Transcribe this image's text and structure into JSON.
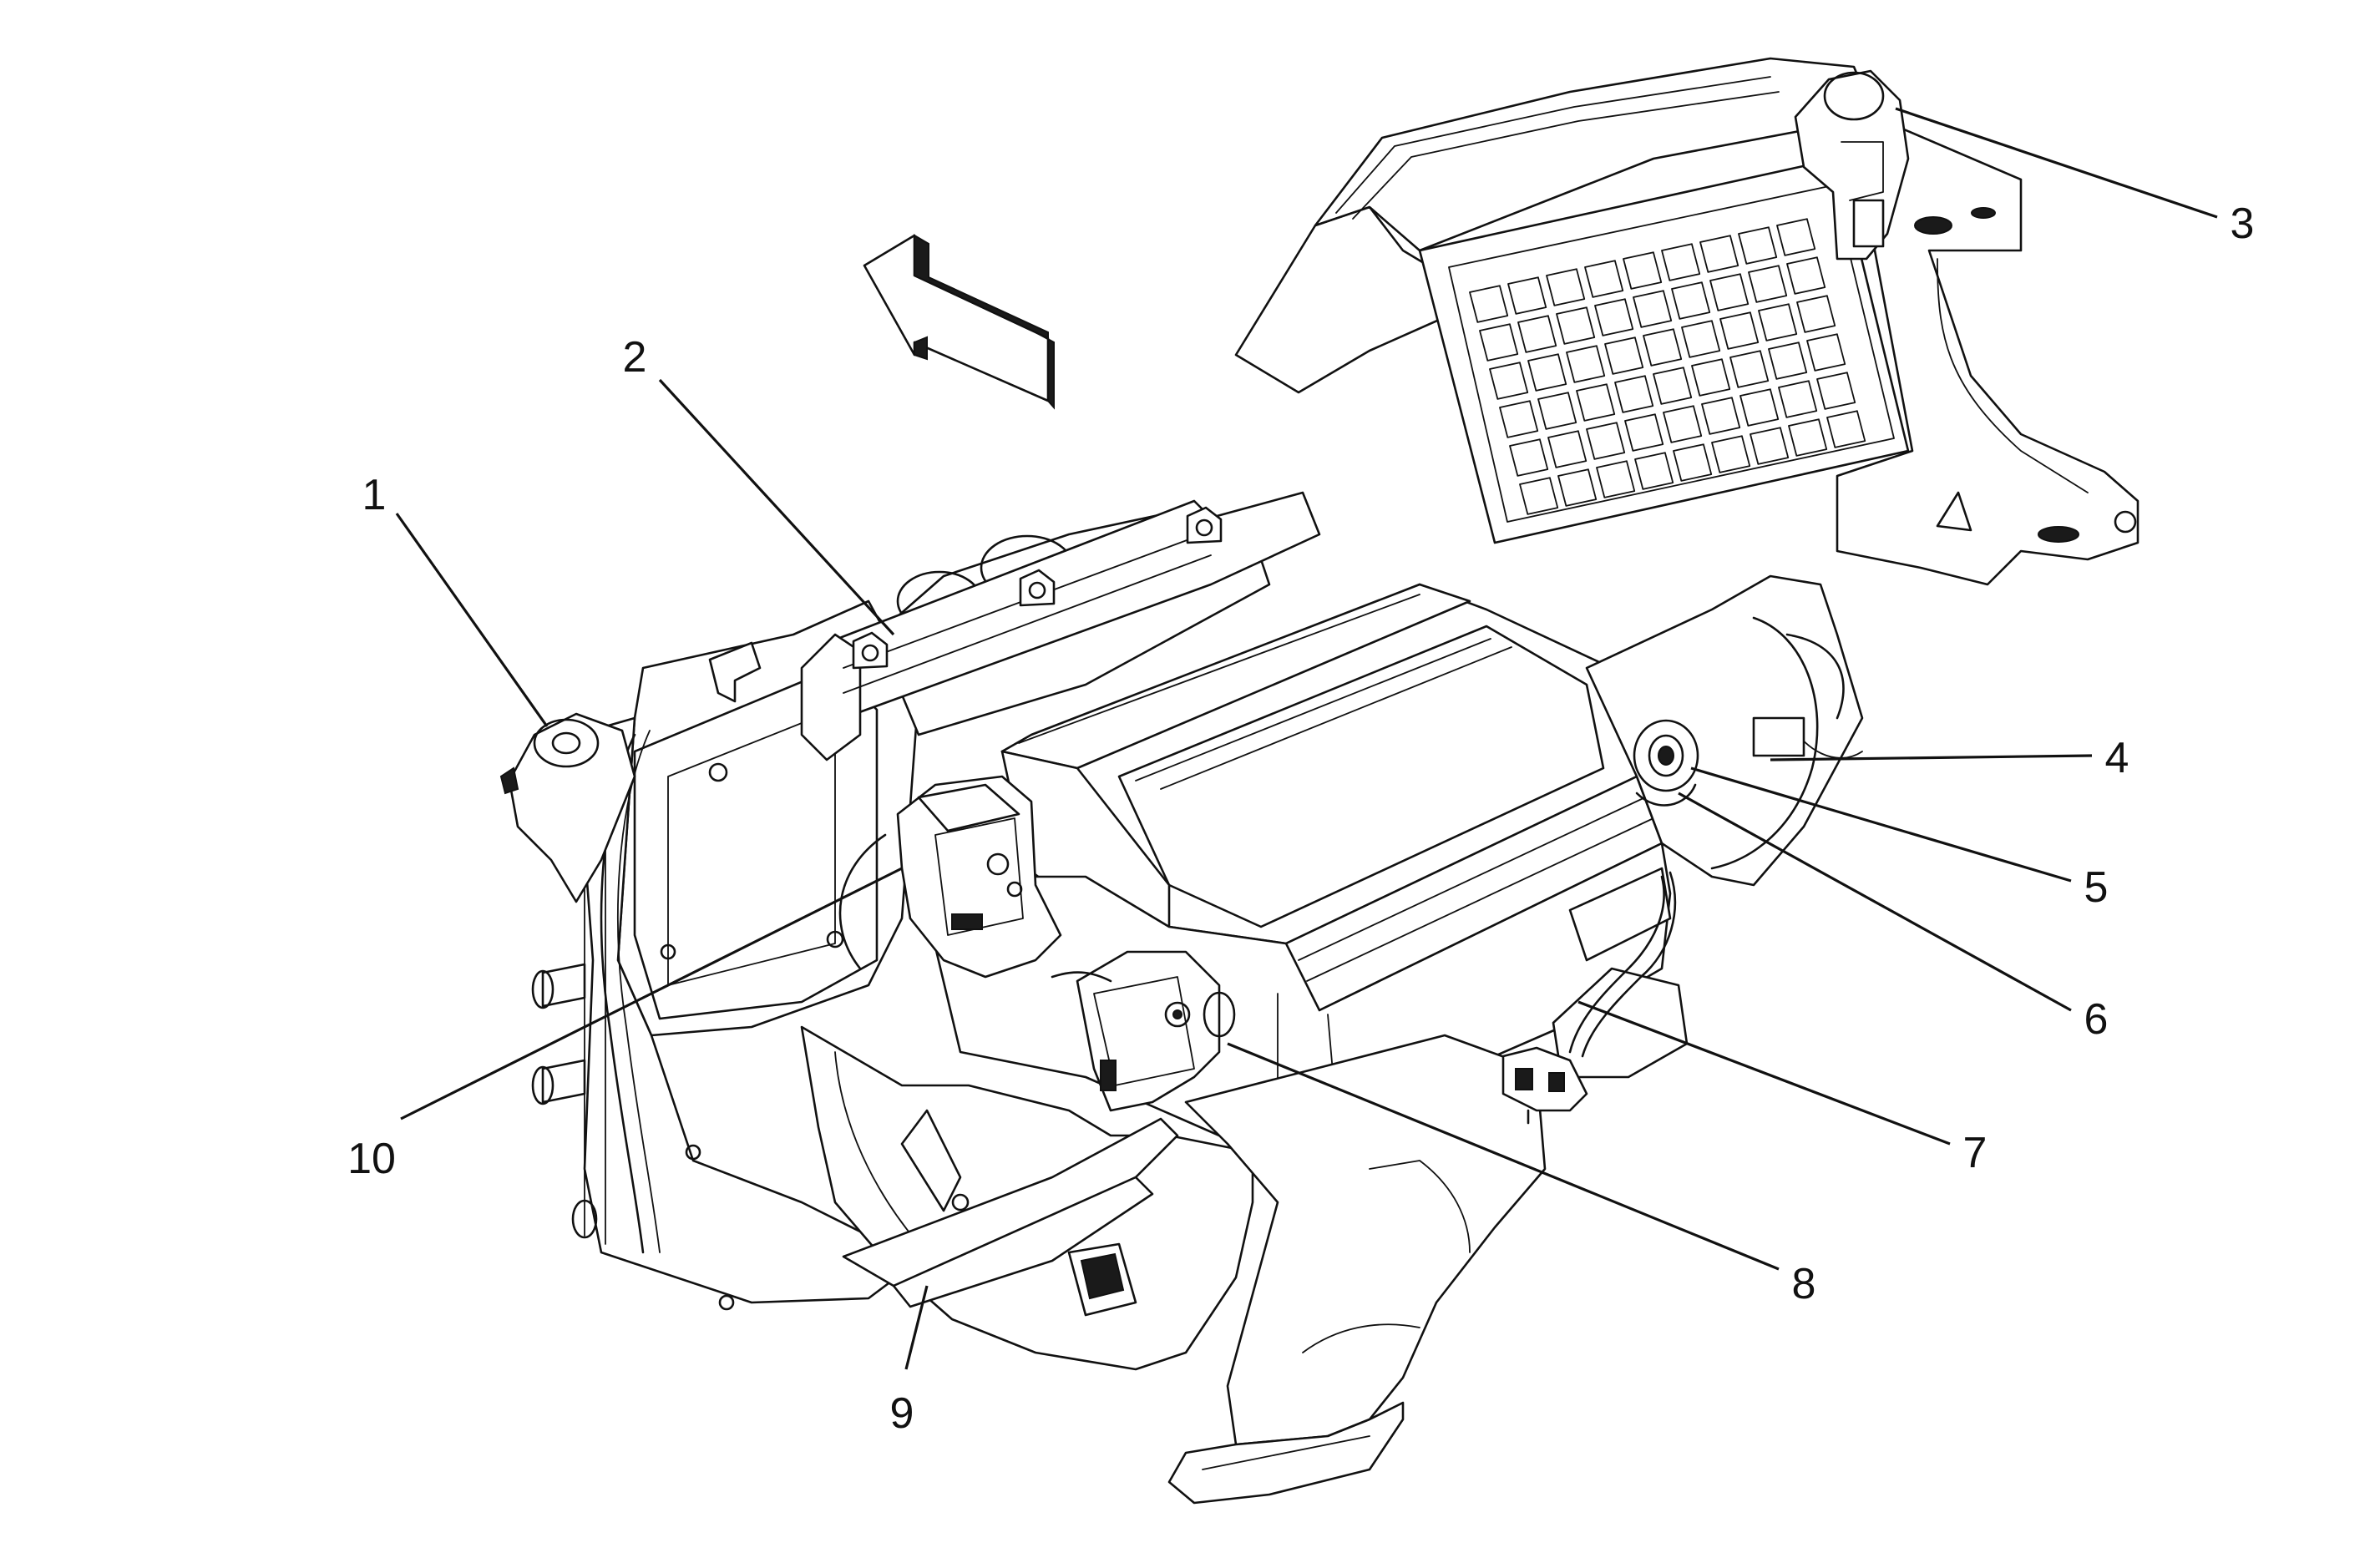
{
  "diagram": {
    "callouts": [
      {
        "id": "1",
        "text": "1"
      },
      {
        "id": "2",
        "text": "2"
      },
      {
        "id": "3",
        "text": "3"
      },
      {
        "id": "4",
        "text": "4"
      },
      {
        "id": "5",
        "text": "5"
      },
      {
        "id": "6",
        "text": "6"
      },
      {
        "id": "7",
        "text": "7"
      },
      {
        "id": "8",
        "text": "8"
      },
      {
        "id": "9",
        "text": "9"
      },
      {
        "id": "10",
        "text": "10"
      }
    ],
    "direction_arrow_icon": "forward-direction-arrow-icon",
    "colors": {
      "line": "#111111",
      "background": "#ffffff"
    }
  }
}
